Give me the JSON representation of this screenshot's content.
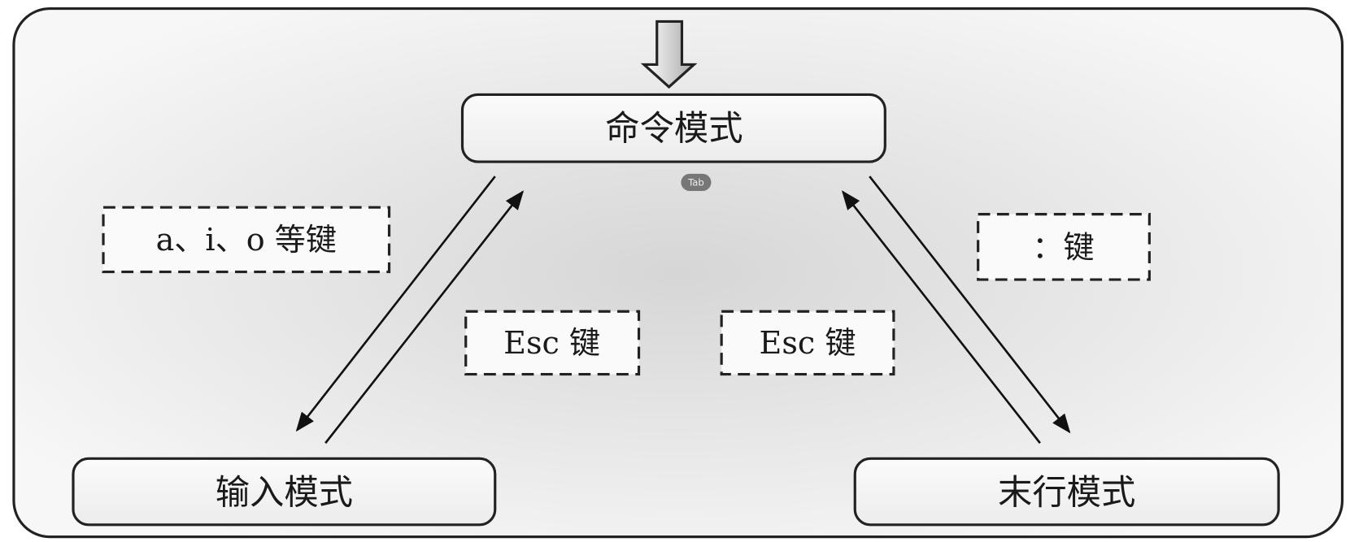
{
  "diagram": {
    "nodes": {
      "command_mode": "命令模式",
      "insert_mode": "输入模式",
      "last_line_mode": "末行模式"
    },
    "labels": {
      "to_insert": "a、i、o 等键",
      "insert_to_command": "Esc 键",
      "last_line_to_command": "Esc 键",
      "to_last_line": "：键"
    },
    "badge": "Tab"
  }
}
